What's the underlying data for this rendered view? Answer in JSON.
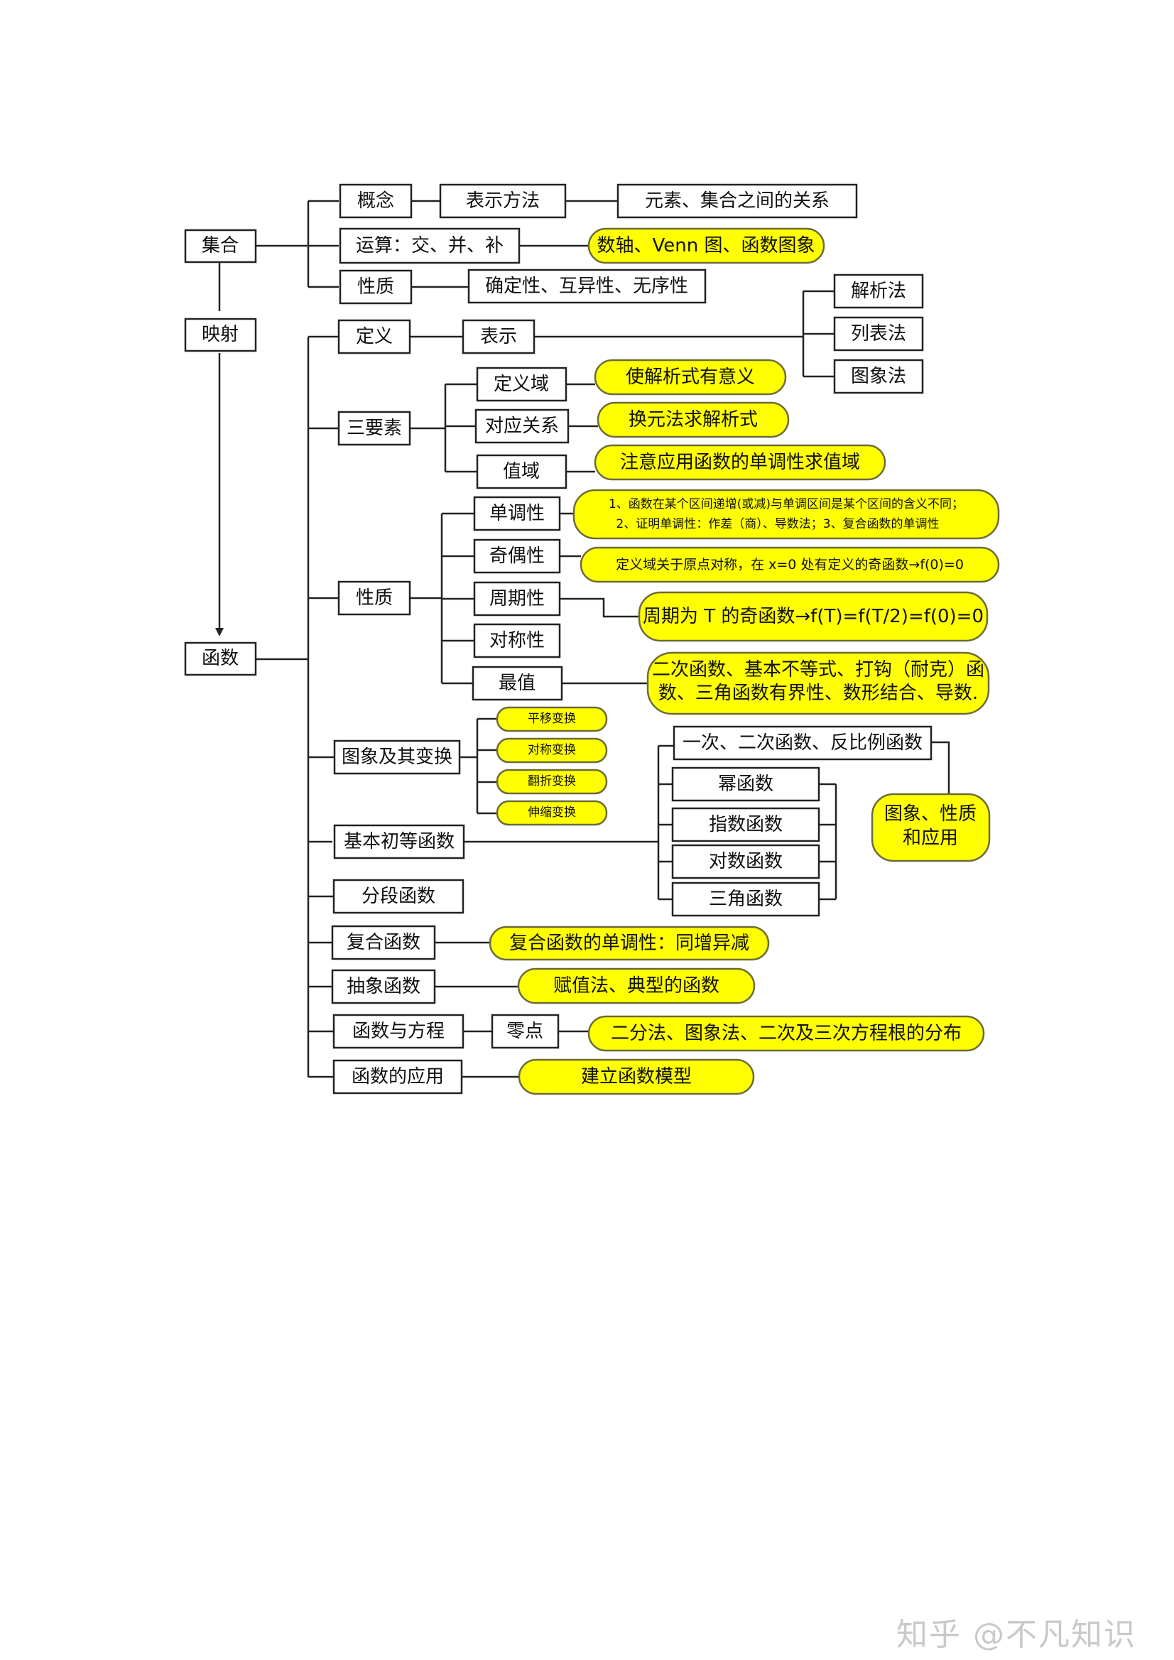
{
  "nodes": {
    "jihe": "集合",
    "yingshe": "映射",
    "hanshu": "函数",
    "gainian": "概念",
    "biaoshi_fangfa": "表示方法",
    "yuansu_guanxi": "元素、集合之间的关系",
    "yunsuan": "运算：交、并、补",
    "shuzhou": "数轴、Venn 图、函数图象",
    "xingzhi_set": "性质",
    "quedingxing": "确定性、互异性、无序性",
    "dingyi": "定义",
    "biaoshi": "表示",
    "jiexifa": "解析法",
    "liebiaofa": "列表法",
    "tuxiangfa": "图象法",
    "sanyaosu": "三要素",
    "dingyiyu": "定义域",
    "shi_jiexishi": "使解析式有意义",
    "duiying": "对应关系",
    "huanyuan": "换元法求解析式",
    "zhiyu": "值域",
    "zhuyi": "注意应用函数的单调性求值域",
    "xingzhi_fn": "性质",
    "dandiao": "单调性",
    "dandiao_note_1": "1、函数在某个区间递增(或减)与单调区间是某个区间的含义不同；",
    "dandiao_note_2": "2、证明单调性：作差（商）、导数法；3、复合函数的单调性",
    "jiou": "奇偶性",
    "jiou_note": "定义域关于原点对称，在 x=0 处有定义的奇函数→f(0)=0",
    "zhouqi": "周期性",
    "zhouqi_note": "周期为 T 的奇函数→f(T)=f(T/2)=f(0)=0",
    "duichen": "对称性",
    "zuizhi": "最值",
    "zuizhi_note_1": "二次函数、基本不等式、打钩（耐克）函",
    "zuizhi_note_2": "数、三角函数有界性、数形结合、导数.",
    "tuxiang_bianhuan": "图象及其变换",
    "pingyi": "平移变换",
    "duichen_bh": "对称变换",
    "fanzhe": "翻折变换",
    "shensuo": "伸缩变换",
    "jiben_chudeng": "基本初等函数",
    "yici": "一次、二次函数、反比例函数",
    "mi": "幂函数",
    "zhishu": "指数函数",
    "duishu": "对数函数",
    "sanjiao": "三角函数",
    "tuxiang_xingzhi_1": "图象、性质",
    "tuxiang_xingzhi_2": "和应用",
    "fenduan": "分段函数",
    "fuhe": "复合函数",
    "fuhe_note": "复合函数的单调性：同增异减",
    "chouxiang": "抽象函数",
    "chouxiang_note": "赋值法、典型的函数",
    "fangcheng": "函数与方程",
    "lingdian": "零点",
    "lingdian_note": "二分法、图象法、二次及三次方程根的分布",
    "yingyong": "函数的应用",
    "yingyong_note": "建立函数模型"
  },
  "watermark": "知乎 @不凡知识",
  "colors": {
    "highlight_fill": "#ffff00",
    "box_fill": "#ffffff",
    "stroke": "#222222"
  }
}
